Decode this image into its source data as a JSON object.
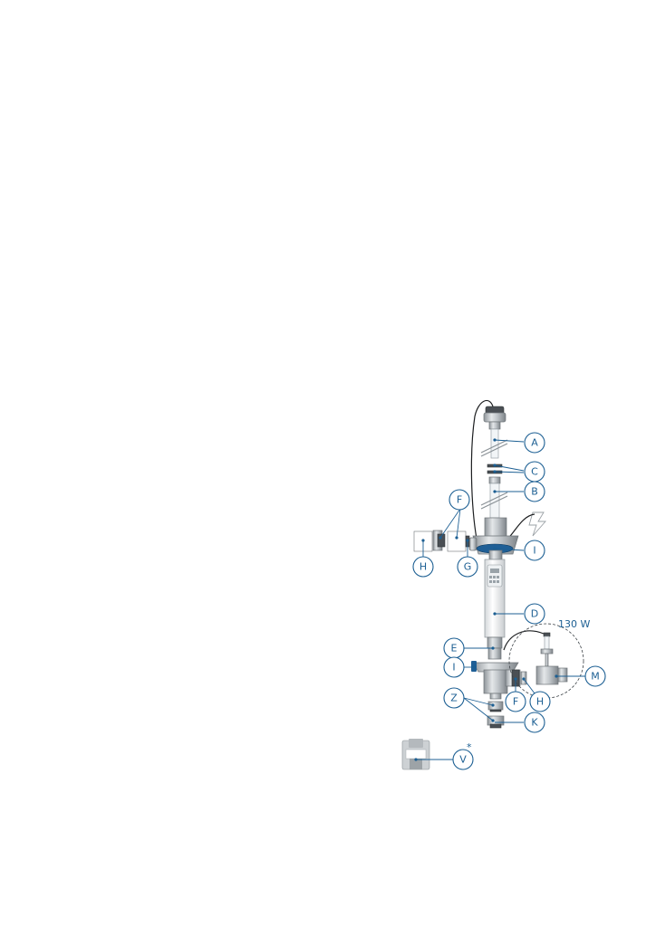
{
  "diagram": {
    "labels": {
      "a": "A",
      "c": "C",
      "b": "B",
      "f_top": "F",
      "i_top": "I",
      "h_left": "H",
      "g": "G",
      "d": "D",
      "e": "E",
      "i_bottom": "I",
      "m": "M",
      "z": "Z",
      "f_bottom": "F",
      "h_bottom": "H",
      "k": "K",
      "v": "V"
    },
    "power_label": "130 W",
    "asterisk": "*",
    "colors": {
      "callout": "#1c5f93",
      "metal": "#b9bec2",
      "cable": "#1d1f21"
    },
    "icons": [
      "electric-bolt-icon",
      "uv-lamp-assembly",
      "replacement-part-v"
    ]
  }
}
